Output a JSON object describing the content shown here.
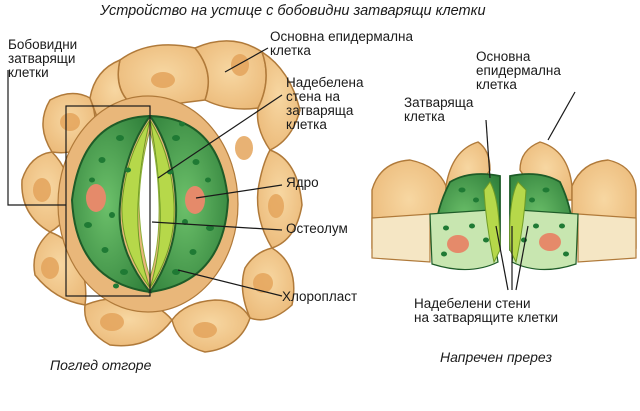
{
  "title": "Устройство на устице с бобовидни затварящи клетки",
  "top_view": {
    "caption": "Поглед отгоре",
    "labels": {
      "guard_cells": [
        "Бобовидни",
        "затварящи",
        "клетки"
      ],
      "epidermal_cell": [
        "Основна епидермална",
        "клетка"
      ],
      "thick_wall": [
        "Надебелена",
        "стена на",
        "затваряща",
        "клетка"
      ],
      "nucleus": "Ядро",
      "pore": "Остеолум",
      "chloroplast": "Хлоропласт"
    }
  },
  "cross_section": {
    "caption": "Напречен пререз",
    "labels": {
      "epidermal_cell": [
        "Основна",
        "епидермална",
        "клетка"
      ],
      "guard_cell": [
        "Затваряща",
        "клетка"
      ],
      "thick_walls": [
        "Надебелени стени",
        "на затварящите клетки"
      ]
    }
  },
  "colors": {
    "epidermis": "#f3c98b",
    "epidermis_outline": "#b07a3a",
    "epidermis_nucleus": "#e4a45c",
    "guard_cell": "#3f9a48",
    "guard_outline": "#1e5c28",
    "chloroplast": "#1f7a34",
    "guard_nucleus": "#e58a6a",
    "thick_wall": "#b6d84a",
    "section_cut": "#f5e6c4"
  }
}
